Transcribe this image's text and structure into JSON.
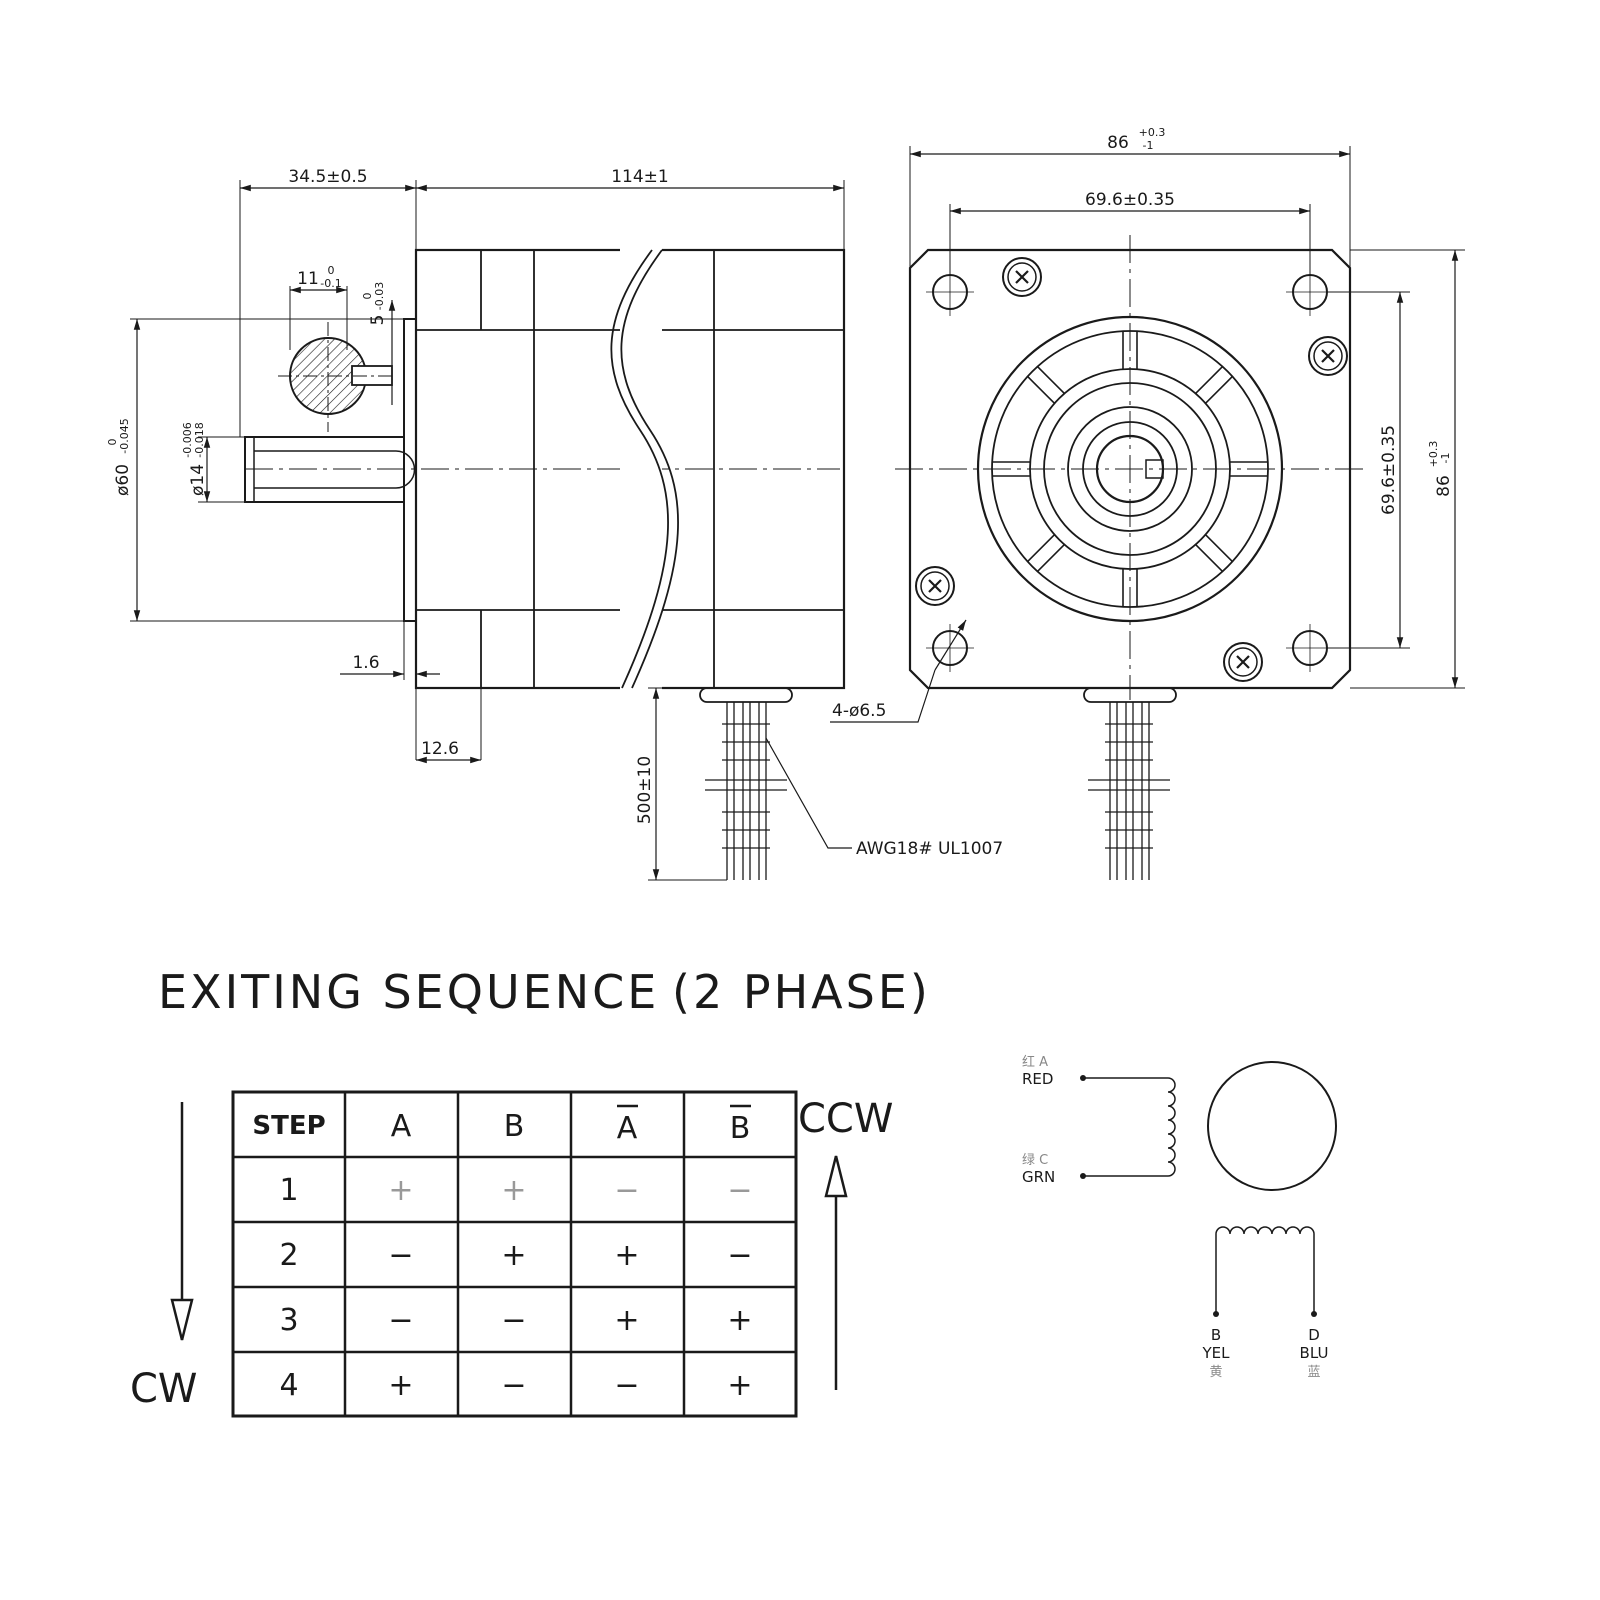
{
  "dimensions": {
    "d_front_length": "34.5±0.5",
    "d_body_length": "114±1",
    "d_flange_width": "86",
    "d_flange_tol_upper": "+0.3",
    "d_flange_tol_lower": "-1",
    "d_hole_pitch": "69.6±0.35",
    "d_key_width": "11",
    "d_key_width_tol_upper": "0",
    "d_key_width_tol_lower": "-0.1",
    "d_key_depth": "5",
    "d_key_depth_tol_upper": "0",
    "d_key_depth_tol_lower": "-0.03",
    "d_boss_dia": "ø60",
    "d_boss_tol_upper": "0",
    "d_boss_tol_lower": "-0.045",
    "d_shaft_dia": "ø14",
    "d_shaft_tol_upper": "-0.006",
    "d_shaft_tol_lower": "-0.018",
    "d_boss_height": "1.6",
    "d_flange_thickness": "12.6",
    "d_lead_length": "500±10",
    "d_mount_holes": "4-ø6.5",
    "d_wire_spec": "AWG18# UL1007",
    "d_hole_pitch_vertical": "69.6±0.35",
    "d_flange_height": "86"
  },
  "sequence": {
    "title": "EXITING SEQUENCE",
    "title_paren": "(2 PHASE)",
    "headers": [
      "STEP",
      "A",
      "B",
      "A",
      "B"
    ],
    "rows": [
      [
        "1",
        "+",
        "+",
        "−",
        "−"
      ],
      [
        "2",
        "−",
        "+",
        "+",
        "−"
      ],
      [
        "3",
        "−",
        "−",
        "+",
        "+"
      ],
      [
        "4",
        "+",
        "−",
        "−",
        "+"
      ]
    ],
    "ccw_label": "CCW",
    "cw_label": "CW"
  },
  "wiring": {
    "a_cn": "红 A",
    "a_color": "RED",
    "c_cn": "绿 C",
    "c_color": "GRN",
    "b_letter": "B",
    "b_color": "YEL",
    "b_cn": "黄",
    "d_letter": "D",
    "d_color": "BLU",
    "d_cn": "蓝"
  }
}
